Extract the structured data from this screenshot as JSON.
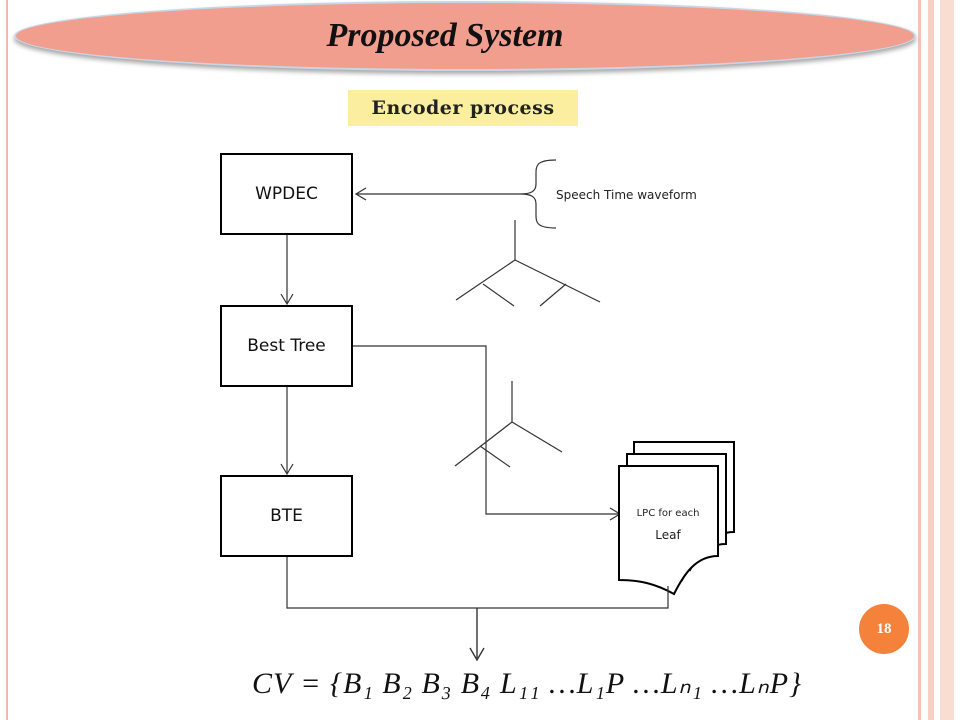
{
  "slide": {
    "title": "Proposed System",
    "subtitle": "Encoder process",
    "page_number": "18"
  },
  "diagram": {
    "boxes": {
      "wpdec": "WPDEC",
      "best_tree": "Best Tree",
      "bte": "BTE"
    },
    "input_label": "Speech Time waveform",
    "document_label_line1": "LPC for each",
    "document_label_line2": "Leaf",
    "formula": "CV = {B₁ B₂ B₃ B₄ L₁₁ …L₁P …Lₙ₁ …LₙP}"
  },
  "colors": {
    "title_fill": "#f19e8e",
    "subtitle_fill": "#fbef9f",
    "page_badge": "#f4823a"
  }
}
